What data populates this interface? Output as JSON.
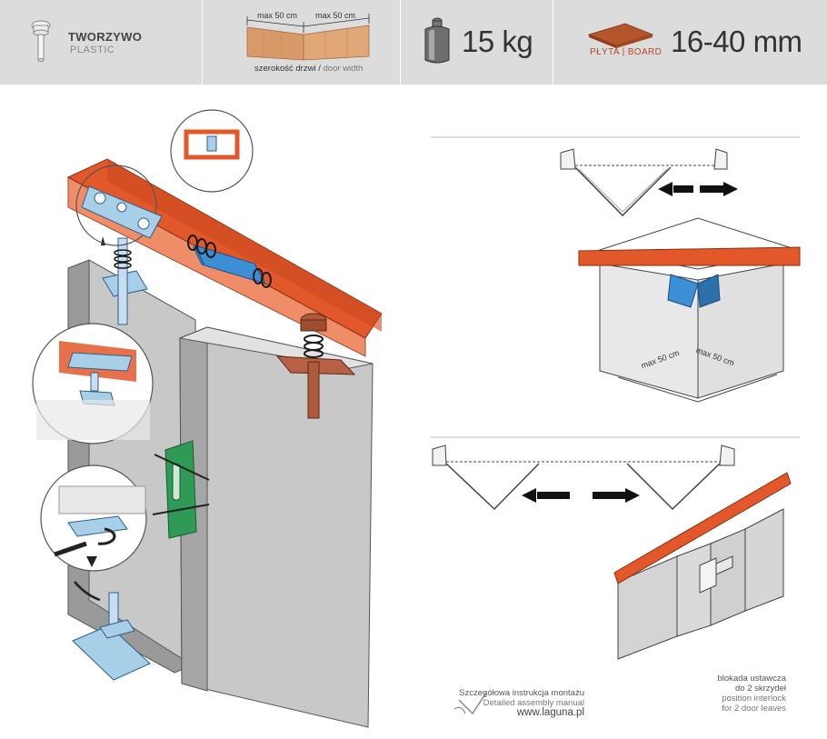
{
  "header": {
    "material": {
      "title": "TWORZYWO",
      "subtitle": "PLASTIC",
      "icon": "screw-pin-icon"
    },
    "door_width": {
      "dim_left": "max 50 cm",
      "dim_right": "max 50 cm",
      "caption_pl": "szerokość drzwi /",
      "caption_en": " door width"
    },
    "weight": {
      "value": "15 kg",
      "icon": "weight-icon"
    },
    "board": {
      "caption": "PŁYTA | BOARD",
      "range": "16-40 mm",
      "icon": "board-plate-icon"
    }
  },
  "folding_diagram": {
    "dim_left": "max 50 cm",
    "dim_right": "max 50 cm"
  },
  "footer": {
    "manual_pl": "Szczegółowa instrukcja montażu",
    "manual_en": "Detailed assembly manual",
    "url": "www.laguna.pl",
    "interlock_pl_1": "blokada ustawcza",
    "interlock_pl_2": "do 2 skrzydeł",
    "interlock_en_1": "position interlock",
    "interlock_en_2": "for 2 door leaves"
  },
  "colors": {
    "header_bg": "#dcdcdc",
    "rail_orange": "#e3582a",
    "part_blue": "#3c8fd4",
    "handle_green": "#2f9a55",
    "door_gray": "#c8c8c8",
    "pin_copper": "#b05a3c"
  }
}
